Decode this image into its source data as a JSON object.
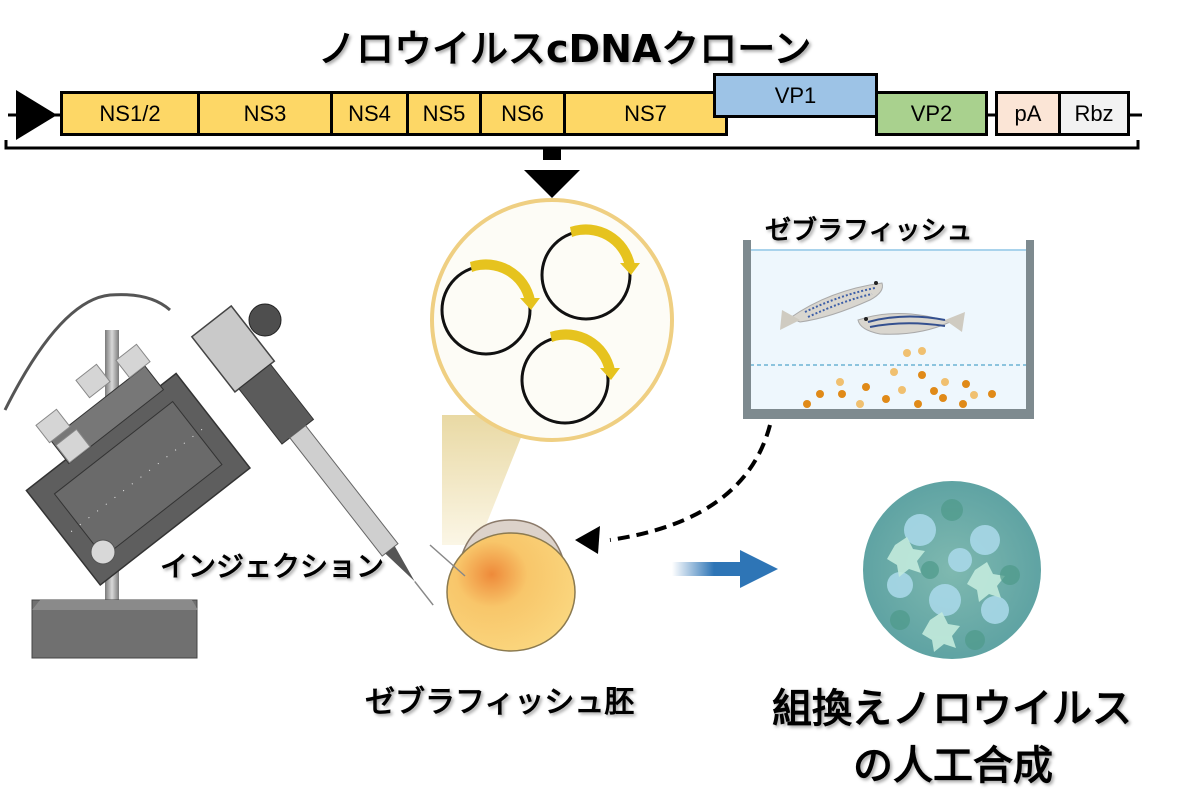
{
  "title": "ノロウイルスcDNAクローン",
  "genome": {
    "segments": [
      {
        "label": "NS1/2",
        "color": "#FDD766"
      },
      {
        "label": "NS3",
        "color": "#FDD766"
      },
      {
        "label": "NS4",
        "color": "#FDD766"
      },
      {
        "label": "NS5",
        "color": "#FDD766"
      },
      {
        "label": "NS6",
        "color": "#FDD766"
      },
      {
        "label": "NS7",
        "color": "#FDD766"
      },
      {
        "label": "VP1",
        "color": "#9DC3E6"
      },
      {
        "label": "VP2",
        "color": "#A9D18E"
      },
      {
        "label": "pA",
        "color": "#FBE5D6"
      },
      {
        "label": "Rbz",
        "color": "#F2F2F2"
      }
    ]
  },
  "labels": {
    "zebrafish": "ゼブラフィッシュ",
    "injection": "インジェクション",
    "embryo": "ゼブラフィッシュ胚",
    "result_line1": "組換えノロウイルス",
    "result_line2": "の人工合成"
  },
  "icons": {
    "promoter": "promoter-arrow-icon",
    "plasmid": "plasmid-icon",
    "microinjector": "microinjector-icon",
    "fish_tank": "fish-tank-icon",
    "embryo": "embryo-icon",
    "virus": "norovirus-particle-icon"
  },
  "colors": {
    "ns": "#FDD766",
    "vp1": "#9DC3E6",
    "vp2": "#A9D18E",
    "pa": "#FBE5D6",
    "rbz": "#F2F2F2",
    "flow_arrow": "#2E75B6",
    "plasmid_arrow": "#E6C31E"
  }
}
